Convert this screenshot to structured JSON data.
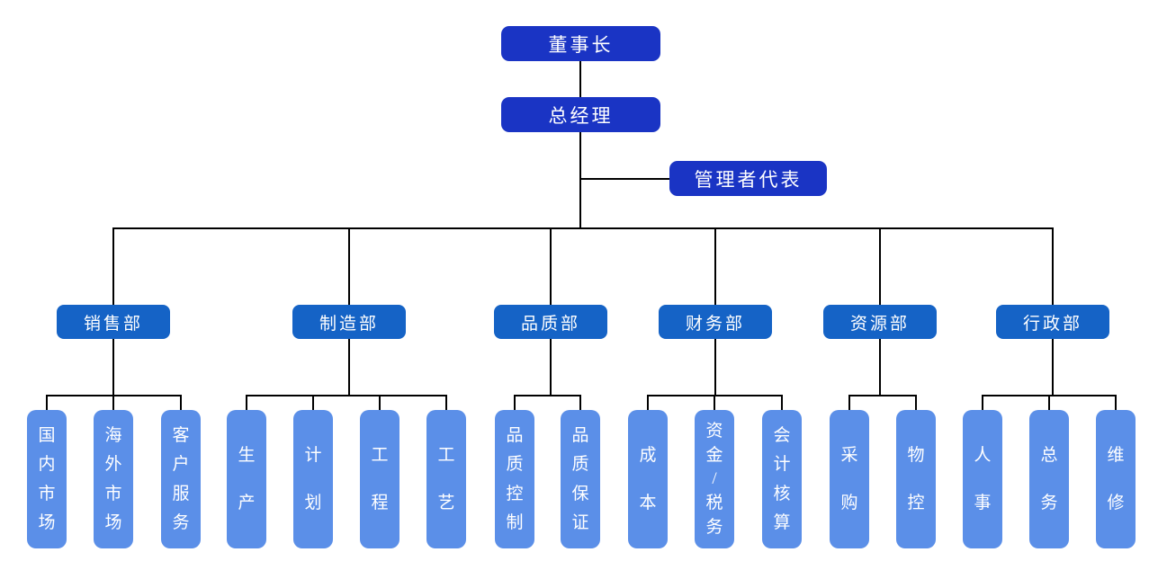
{
  "diagram": {
    "type": "org-chart",
    "chairman": {
      "label": "董事长"
    },
    "general_manager": {
      "label": "总经理"
    },
    "management_representative": {
      "label": "管理者代表"
    },
    "departments": [
      {
        "name": "销售部",
        "children": [
          "国内市场",
          "海外市场",
          "客户服务"
        ]
      },
      {
        "name": "制造部",
        "children": [
          "生产",
          "计划",
          "工程",
          "工艺"
        ]
      },
      {
        "name": "品质部",
        "children": [
          "品质控制",
          "品质保证"
        ]
      },
      {
        "name": "财务部",
        "children": [
          "成本",
          "资金/税务",
          "会计核算"
        ]
      },
      {
        "name": "资源部",
        "children": [
          "采购",
          "物控"
        ]
      },
      {
        "name": "行政部",
        "children": [
          "人事",
          "总务",
          "维修"
        ]
      }
    ],
    "colors": {
      "executive_box": "#1A34C4",
      "department_box": "#1563C6",
      "leaf_box": "#5B8FE8",
      "connector_line": "#000000",
      "box_text": "#FFFFFF",
      "background": "#FFFFFF"
    }
  }
}
